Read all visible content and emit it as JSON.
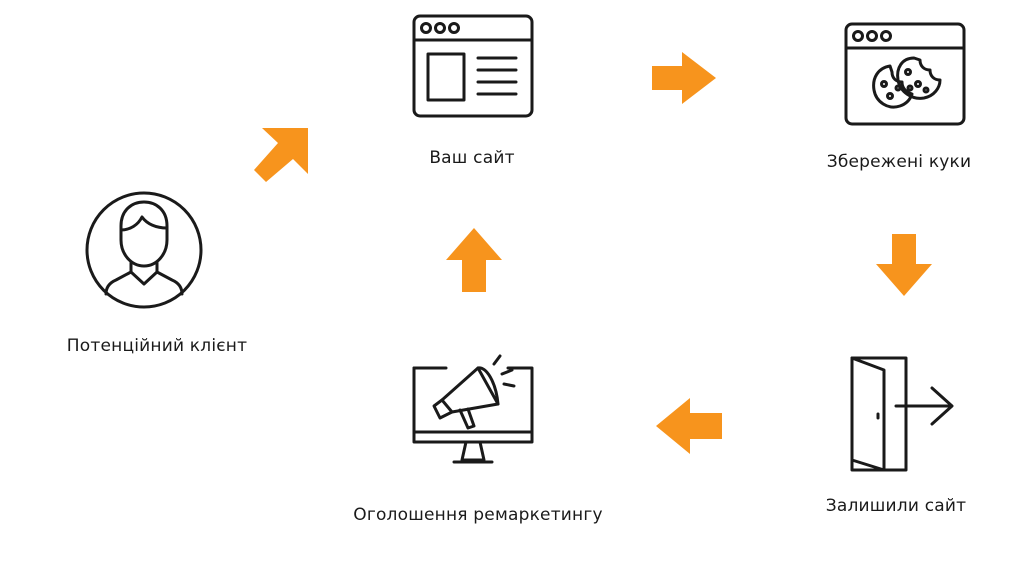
{
  "diagram": {
    "accent_color": "#F7941D",
    "nodes": [
      {
        "id": "client",
        "icon": "person-circle-icon",
        "label": "Потенційний клієнт"
      },
      {
        "id": "site",
        "icon": "browser-window-icon",
        "label": "Ваш сайт"
      },
      {
        "id": "cookies",
        "icon": "browser-cookies-icon",
        "label": "Збережені куки"
      },
      {
        "id": "left",
        "icon": "exit-door-icon",
        "label": "Залишили сайт"
      },
      {
        "id": "ads",
        "icon": "monitor-megaphone-icon",
        "label": "Оголошення ремаркетингу"
      }
    ],
    "arrows": [
      {
        "from": "client",
        "to": "site",
        "direction": "up-right"
      },
      {
        "from": "site",
        "to": "cookies",
        "direction": "right"
      },
      {
        "from": "cookies",
        "to": "left",
        "direction": "down"
      },
      {
        "from": "left",
        "to": "ads",
        "direction": "left"
      },
      {
        "from": "ads",
        "to": "site",
        "direction": "up"
      }
    ]
  }
}
